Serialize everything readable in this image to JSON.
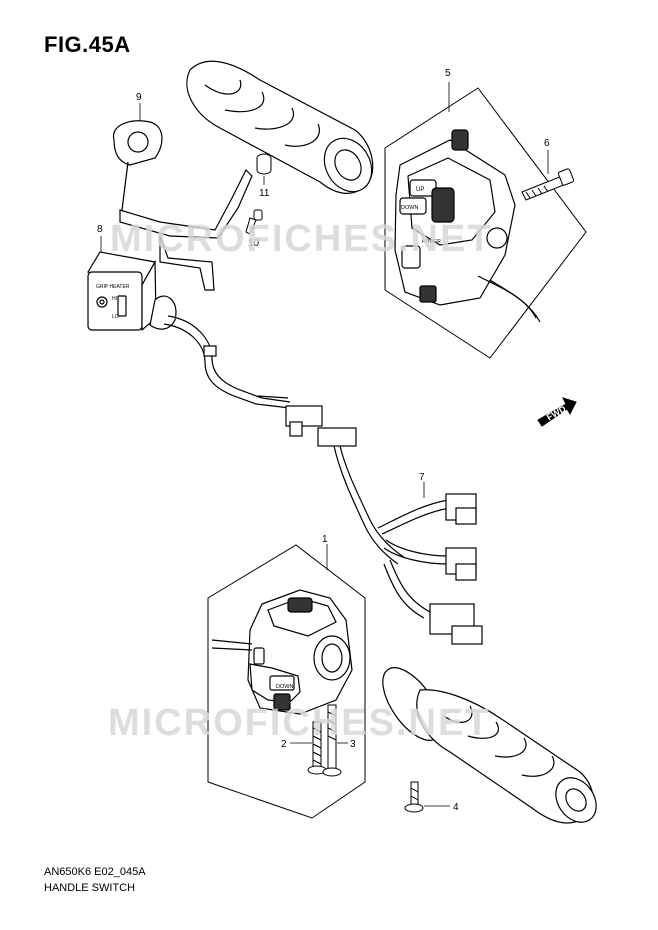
{
  "figure": {
    "title": "FIG.45A",
    "code": "AN650K6 E02_045A",
    "name": "HANDLE SWITCH",
    "watermark": "MICROFICHES.NET",
    "direction_label": "FWD"
  },
  "part_callouts": [
    "1",
    "2",
    "3",
    "4",
    "5",
    "6",
    "7",
    "8",
    "9",
    "10",
    "11"
  ],
  "switch_labels": {
    "right_switch_up": "UP",
    "right_switch_down": "DOWN",
    "right_switch_power": "POWER",
    "left_switch_down": "DOWN",
    "grip_heater": "GRIP HEATER",
    "heater_hi": "HI",
    "heater_lo": "LO"
  }
}
